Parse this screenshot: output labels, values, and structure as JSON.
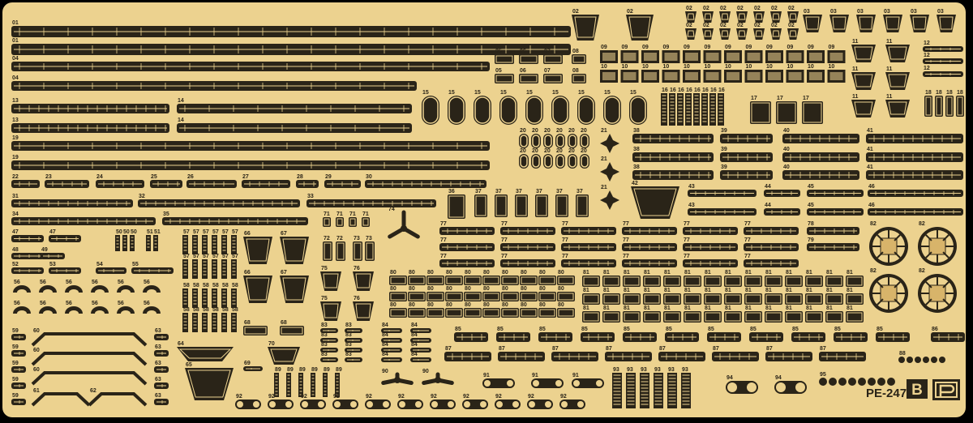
{
  "sheet": {
    "product_code": "PE-247",
    "sheet_letter": "B",
    "logo_text": "P",
    "colors": {
      "brass": "#ecd28f",
      "etch": "#2a2418",
      "frame": "#000000",
      "highlight": "#f6e3ae"
    }
  },
  "parts": [
    {
      "label": "01",
      "shape": "rail"
    },
    {
      "label": "02",
      "shape": "plate"
    },
    {
      "label": "03",
      "shape": "plate"
    },
    {
      "label": "04",
      "shape": "rail"
    },
    {
      "label": "05",
      "shape": "box"
    },
    {
      "label": "06",
      "shape": "box"
    },
    {
      "label": "07",
      "shape": "box"
    },
    {
      "label": "08",
      "shape": "box"
    },
    {
      "label": "09",
      "shape": "grid"
    },
    {
      "label": "10",
      "shape": "grid"
    },
    {
      "label": "11",
      "shape": "plate"
    },
    {
      "label": "12",
      "shape": "rail"
    },
    {
      "label": "13",
      "shape": "rail"
    },
    {
      "label": "14",
      "shape": "rail"
    },
    {
      "label": "15",
      "shape": "oval"
    },
    {
      "label": "16",
      "shape": "ladder"
    },
    {
      "label": "17",
      "shape": "box"
    },
    {
      "label": "18",
      "shape": "box"
    },
    {
      "label": "19",
      "shape": "rail"
    },
    {
      "label": "20",
      "shape": "oval"
    },
    {
      "label": "21",
      "shape": "cross"
    },
    {
      "label": "22",
      "shape": "rail"
    },
    {
      "label": "23",
      "shape": "rail"
    },
    {
      "label": "24",
      "shape": "rail"
    },
    {
      "label": "25",
      "shape": "rail"
    },
    {
      "label": "26",
      "shape": "rail"
    },
    {
      "label": "27",
      "shape": "rail"
    },
    {
      "label": "28",
      "shape": "rail"
    },
    {
      "label": "29",
      "shape": "rail"
    },
    {
      "label": "30",
      "shape": "rail"
    },
    {
      "label": "31",
      "shape": "rail"
    },
    {
      "label": "32",
      "shape": "rail"
    },
    {
      "label": "33",
      "shape": "rail"
    },
    {
      "label": "34",
      "shape": "rail"
    },
    {
      "label": "35",
      "shape": "rail"
    },
    {
      "label": "36",
      "shape": "box"
    },
    {
      "label": "37",
      "shape": "box"
    },
    {
      "label": "38",
      "shape": "rail"
    },
    {
      "label": "39",
      "shape": "rail"
    },
    {
      "label": "40",
      "shape": "rail"
    },
    {
      "label": "41",
      "shape": "rail"
    },
    {
      "label": "42",
      "shape": "plate"
    },
    {
      "label": "43",
      "shape": "rail"
    },
    {
      "label": "44",
      "shape": "rail"
    },
    {
      "label": "45",
      "shape": "rail"
    },
    {
      "label": "46",
      "shape": "rail"
    },
    {
      "label": "47",
      "shape": "rail"
    },
    {
      "label": "48",
      "shape": "rail"
    },
    {
      "label": "49",
      "shape": "rail"
    },
    {
      "label": "50",
      "shape": "ladder"
    },
    {
      "label": "51",
      "shape": "ladder"
    },
    {
      "label": "52",
      "shape": "rail"
    },
    {
      "label": "53",
      "shape": "rail"
    },
    {
      "label": "54",
      "shape": "rail"
    },
    {
      "label": "55",
      "shape": "rail"
    },
    {
      "label": "56",
      "shape": "crescent"
    },
    {
      "label": "57",
      "shape": "ladder"
    },
    {
      "label": "58",
      "shape": "ladder"
    },
    {
      "label": "59",
      "shape": "rail"
    },
    {
      "label": "60",
      "shape": "bracket"
    },
    {
      "label": "61",
      "shape": "bracket"
    },
    {
      "label": "62",
      "shape": "bracket"
    },
    {
      "label": "63",
      "shape": "rail"
    },
    {
      "label": "64",
      "shape": "plate"
    },
    {
      "label": "65",
      "shape": "plate"
    },
    {
      "label": "66",
      "shape": "plate"
    },
    {
      "label": "67",
      "shape": "plate"
    },
    {
      "label": "68",
      "shape": "box"
    },
    {
      "label": "69",
      "shape": "rail"
    },
    {
      "label": "70",
      "shape": "plate"
    },
    {
      "label": "71",
      "shape": "box"
    },
    {
      "label": "72",
      "shape": "box"
    },
    {
      "label": "73",
      "shape": "box"
    },
    {
      "label": "74",
      "shape": "prop"
    },
    {
      "label": "75",
      "shape": "plate"
    },
    {
      "label": "76",
      "shape": "plate"
    },
    {
      "label": "77",
      "shape": "rail"
    },
    {
      "label": "78",
      "shape": "rail"
    },
    {
      "label": "79",
      "shape": "rail"
    },
    {
      "label": "80",
      "shape": "box"
    },
    {
      "label": "81",
      "shape": "box"
    },
    {
      "label": "82",
      "shape": "wheel"
    },
    {
      "label": "83",
      "shape": "rail"
    },
    {
      "label": "84",
      "shape": "rail"
    },
    {
      "label": "85",
      "shape": "rail"
    },
    {
      "label": "86",
      "shape": "rail"
    },
    {
      "label": "87",
      "shape": "rail"
    },
    {
      "label": "88",
      "shape": "dots"
    },
    {
      "label": "89",
      "shape": "ladder"
    },
    {
      "label": "90",
      "shape": "prop"
    },
    {
      "label": "91",
      "shape": "chain"
    },
    {
      "label": "92",
      "shape": "chain"
    },
    {
      "label": "93",
      "shape": "ladder"
    },
    {
      "label": "94",
      "shape": "chain"
    },
    {
      "label": "95",
      "shape": "dots"
    }
  ]
}
